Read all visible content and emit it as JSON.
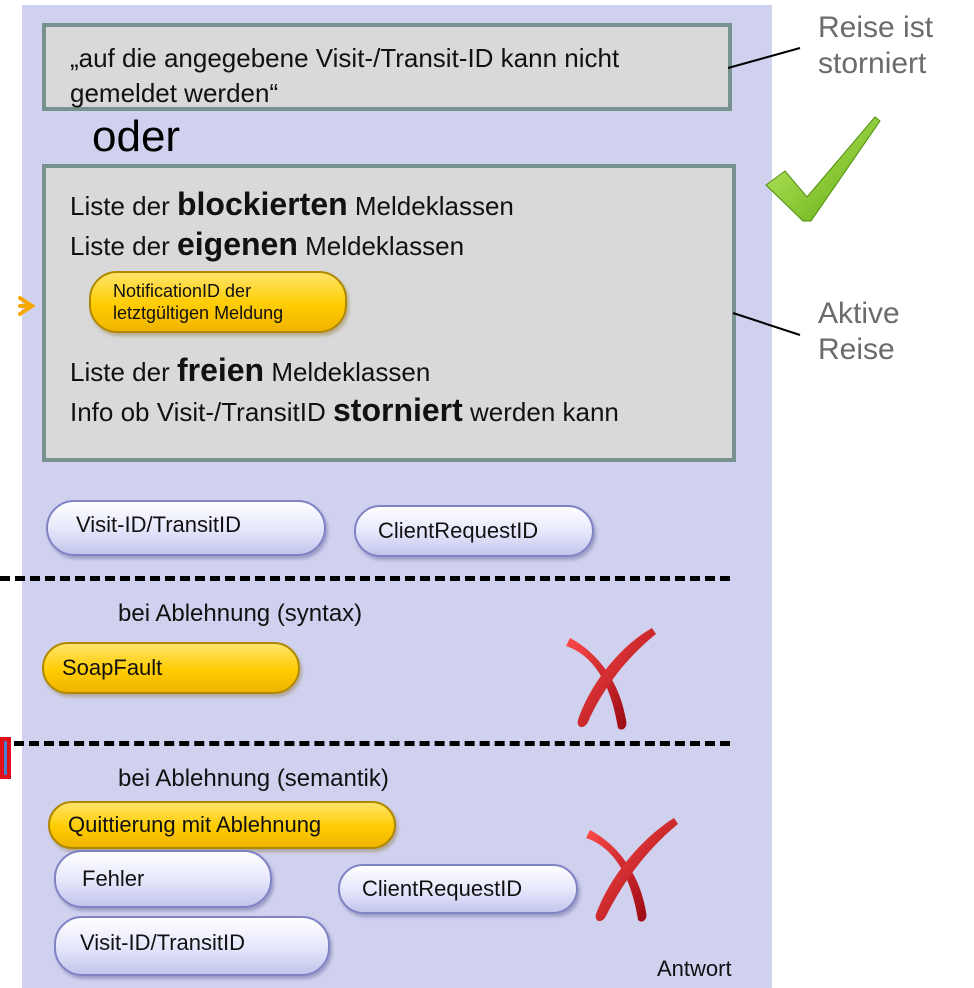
{
  "top_message": "„auf die angegebene Visit-/Transit-ID kann nicht gemeldet werden“",
  "oder": "oder",
  "list": {
    "line1": {
      "pre": "Liste der ",
      "bold": "blockierten",
      "post": " Meldeklassen"
    },
    "line2": {
      "pre": "Liste der ",
      "bold": "eigenen",
      "post": " Meldeklassen"
    },
    "notification_pill": "NotificationID der letztgültigen Meldung",
    "line3": {
      "pre": "Liste der ",
      "bold": "freien",
      "post": " Meldeklassen"
    },
    "line4": {
      "pre": "Info ob Visit-/TransitID ",
      "bold": "storniert",
      "post": " werden kann"
    }
  },
  "pills": {
    "visit_id_1": "Visit-ID/TransitID",
    "client_request_id_1": "ClientRequestID",
    "soapfault": "SoapFault",
    "quittierung": "Quittierung mit Ablehnung",
    "fehler": "Fehler",
    "client_request_id_2": "ClientRequestID",
    "visit_id_2": "Visit-ID/TransitID"
  },
  "sections": {
    "syntax": "bei Ablehnung  (syntax)",
    "semantik": "bei Ablehnung  (semantik)"
  },
  "side_labels": {
    "storniert": "Reise ist storniert",
    "aktiv": "Aktive Reise"
  },
  "footer": "Antwort",
  "colors": {
    "panel": "#d0d1ef",
    "box_fill": "#d9d9d9",
    "box_border": "#78928f",
    "pill_yellow": "#ffcc00",
    "check_green": "#7ac520",
    "cross_red": "#d8121c"
  },
  "icons": [
    "checkmark-icon",
    "cross-icon",
    "arrow-icon"
  ]
}
